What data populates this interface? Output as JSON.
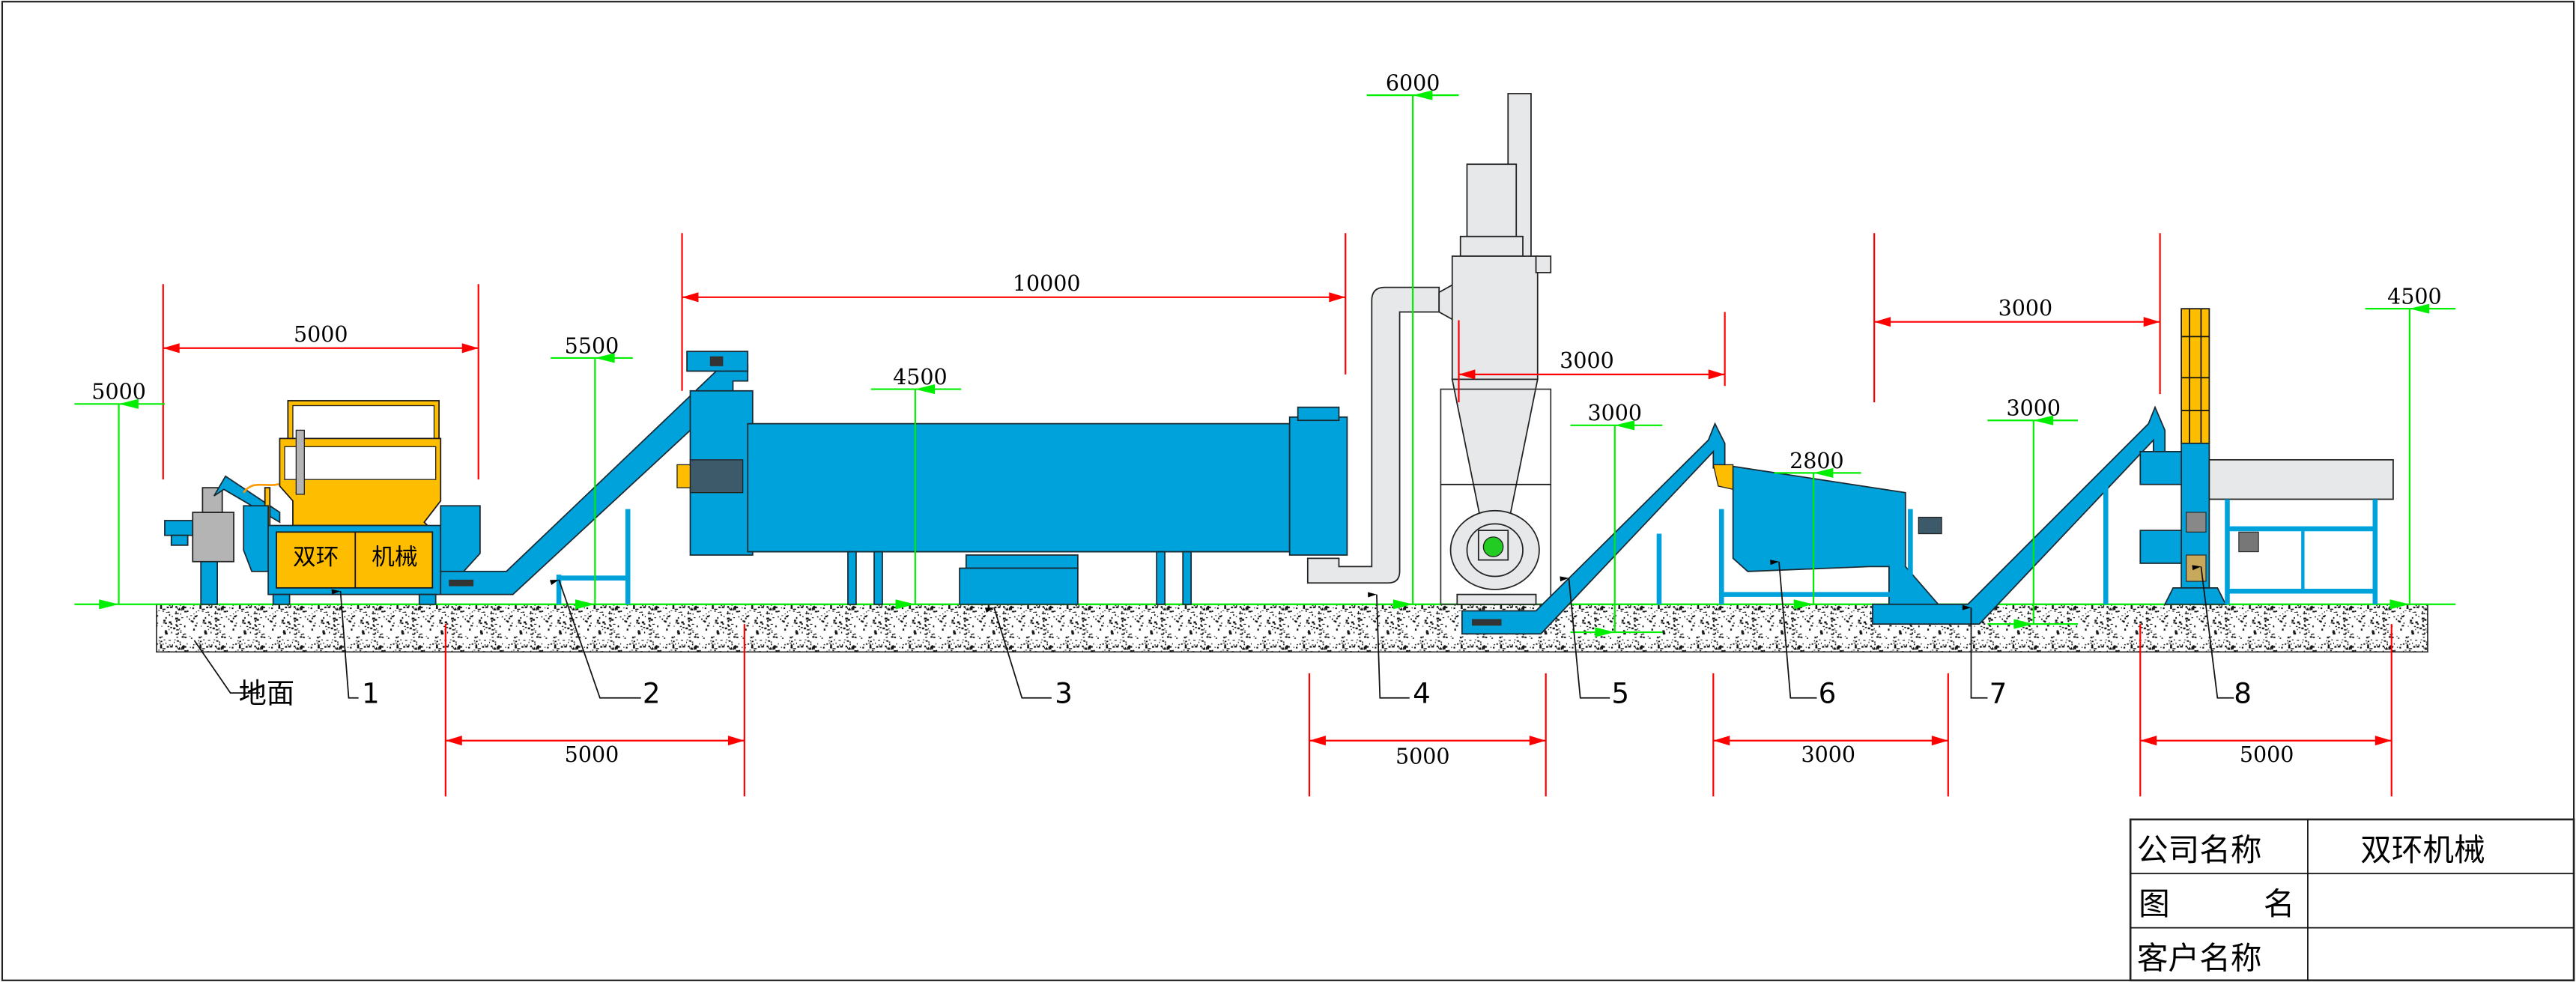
{
  "dimensions": {
    "horizontal_top": [
      "5000",
      "10000",
      "3000",
      "3000"
    ],
    "horizontal_bottom": [
      "5000",
      "5000",
      "3000",
      "5000"
    ],
    "heights": [
      "5000",
      "5500",
      "4500",
      "6000",
      "3000",
      "2800",
      "3000",
      "4500"
    ]
  },
  "labels": {
    "ground": "地面",
    "items": [
      "1",
      "2",
      "3",
      "4",
      "5",
      "6",
      "7",
      "8"
    ]
  },
  "machine_brand": {
    "left": "双环",
    "right": "机械"
  },
  "title_block": {
    "company_label": "公司名称",
    "company_value": "双环机械",
    "drawing_label_1": "图",
    "drawing_label_2": "名",
    "drawing_value": "",
    "customer_label": "客户名称",
    "customer_value": ""
  },
  "colors": {
    "equipment": "#00a2dc",
    "accent": "#ffbd00",
    "dimension": "#ff0000",
    "height": "#00ee00"
  }
}
